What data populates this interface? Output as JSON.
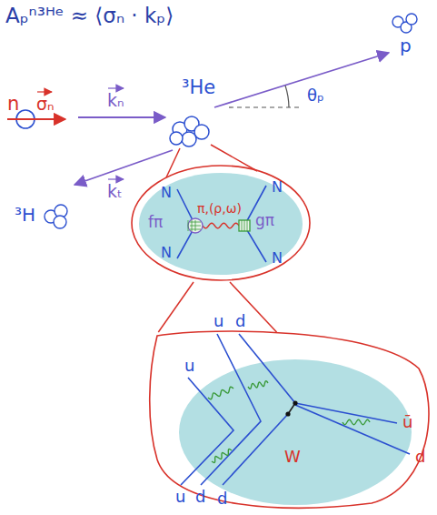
{
  "diagram": {
    "title": "Aₚⁿ³ᴴᵉ ≈ ⟨σₙ · kₚ⟩",
    "nodes": [
      {
        "text": [
          "N",
          "N",
          "N",
          "N",
          "fπ",
          "π,(ρ,ω)",
          "gπ"
        ]
      },
      {
        "text": [
          "u",
          "u",
          "d",
          "W",
          "ū",
          "d",
          "u",
          "d",
          "d"
        ]
      }
    ],
    "edges": [
      {
        "from": 0,
        "to": 1,
        "arrow": "none"
      },
      {
        "from": 0,
        "to": 1,
        "arrow": "none"
      }
    ],
    "labels": [
      "n",
      "σₙ",
      "kₙ",
      "³He",
      "p",
      "θₚ",
      "³H",
      "kₜ"
    ]
  }
}
